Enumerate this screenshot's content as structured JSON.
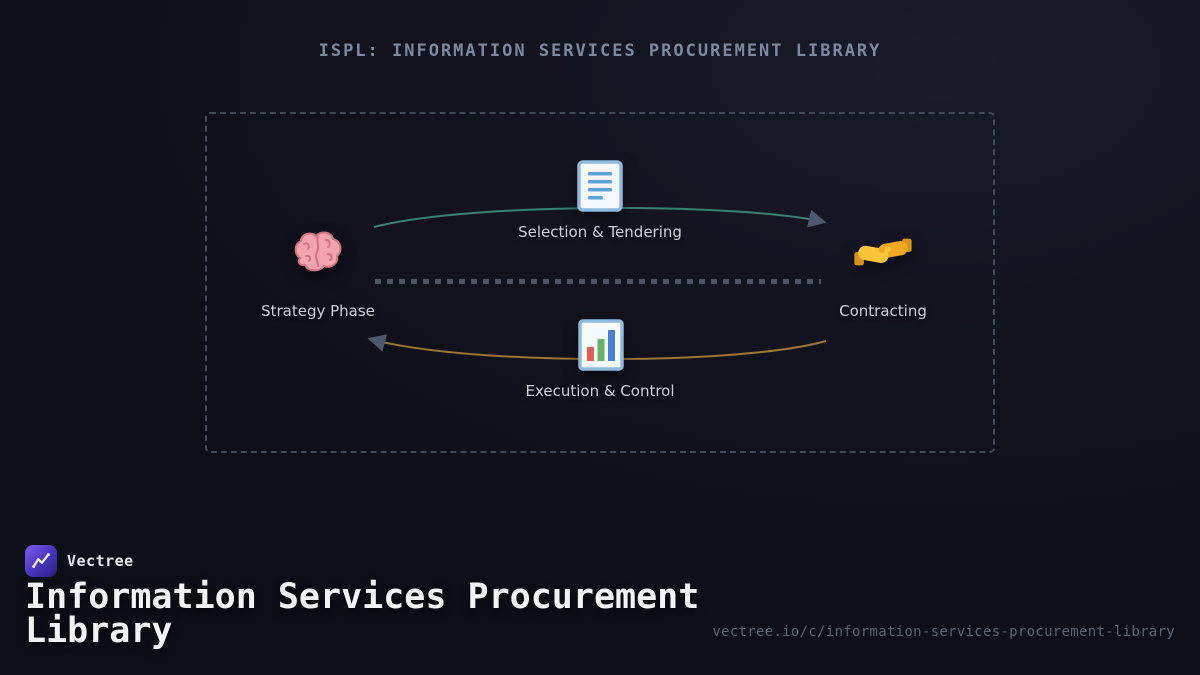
{
  "header": {
    "title": "ISPL: INFORMATION SERVICES PROCUREMENT LIBRARY"
  },
  "diagram": {
    "nodes": {
      "strategy": {
        "label": "Strategy Phase",
        "icon": "brain-icon"
      },
      "selection": {
        "label": "Selection & Tendering",
        "icon": "document-icon"
      },
      "contracting": {
        "label": "Contracting",
        "icon": "handshake-icon"
      },
      "execution": {
        "label": "Execution & Control",
        "icon": "bar-chart-icon"
      }
    },
    "edges": [
      {
        "from": "Strategy Phase",
        "to": "Contracting",
        "via": "Selection & Tendering",
        "color": "#3c8273"
      },
      {
        "from": "Contracting",
        "to": "Strategy Phase",
        "via": "Execution & Control",
        "color": "#9e7637"
      }
    ],
    "colors": {
      "frame_dashed_border": "#424a59",
      "divider_dashed": "#4d5564",
      "arrowhead": "#4d5a6e"
    }
  },
  "footer": {
    "brand": "Vectree",
    "heading": "Information Services Procurement Library",
    "url": "vectree.io/c/information-services-procurement-library"
  }
}
